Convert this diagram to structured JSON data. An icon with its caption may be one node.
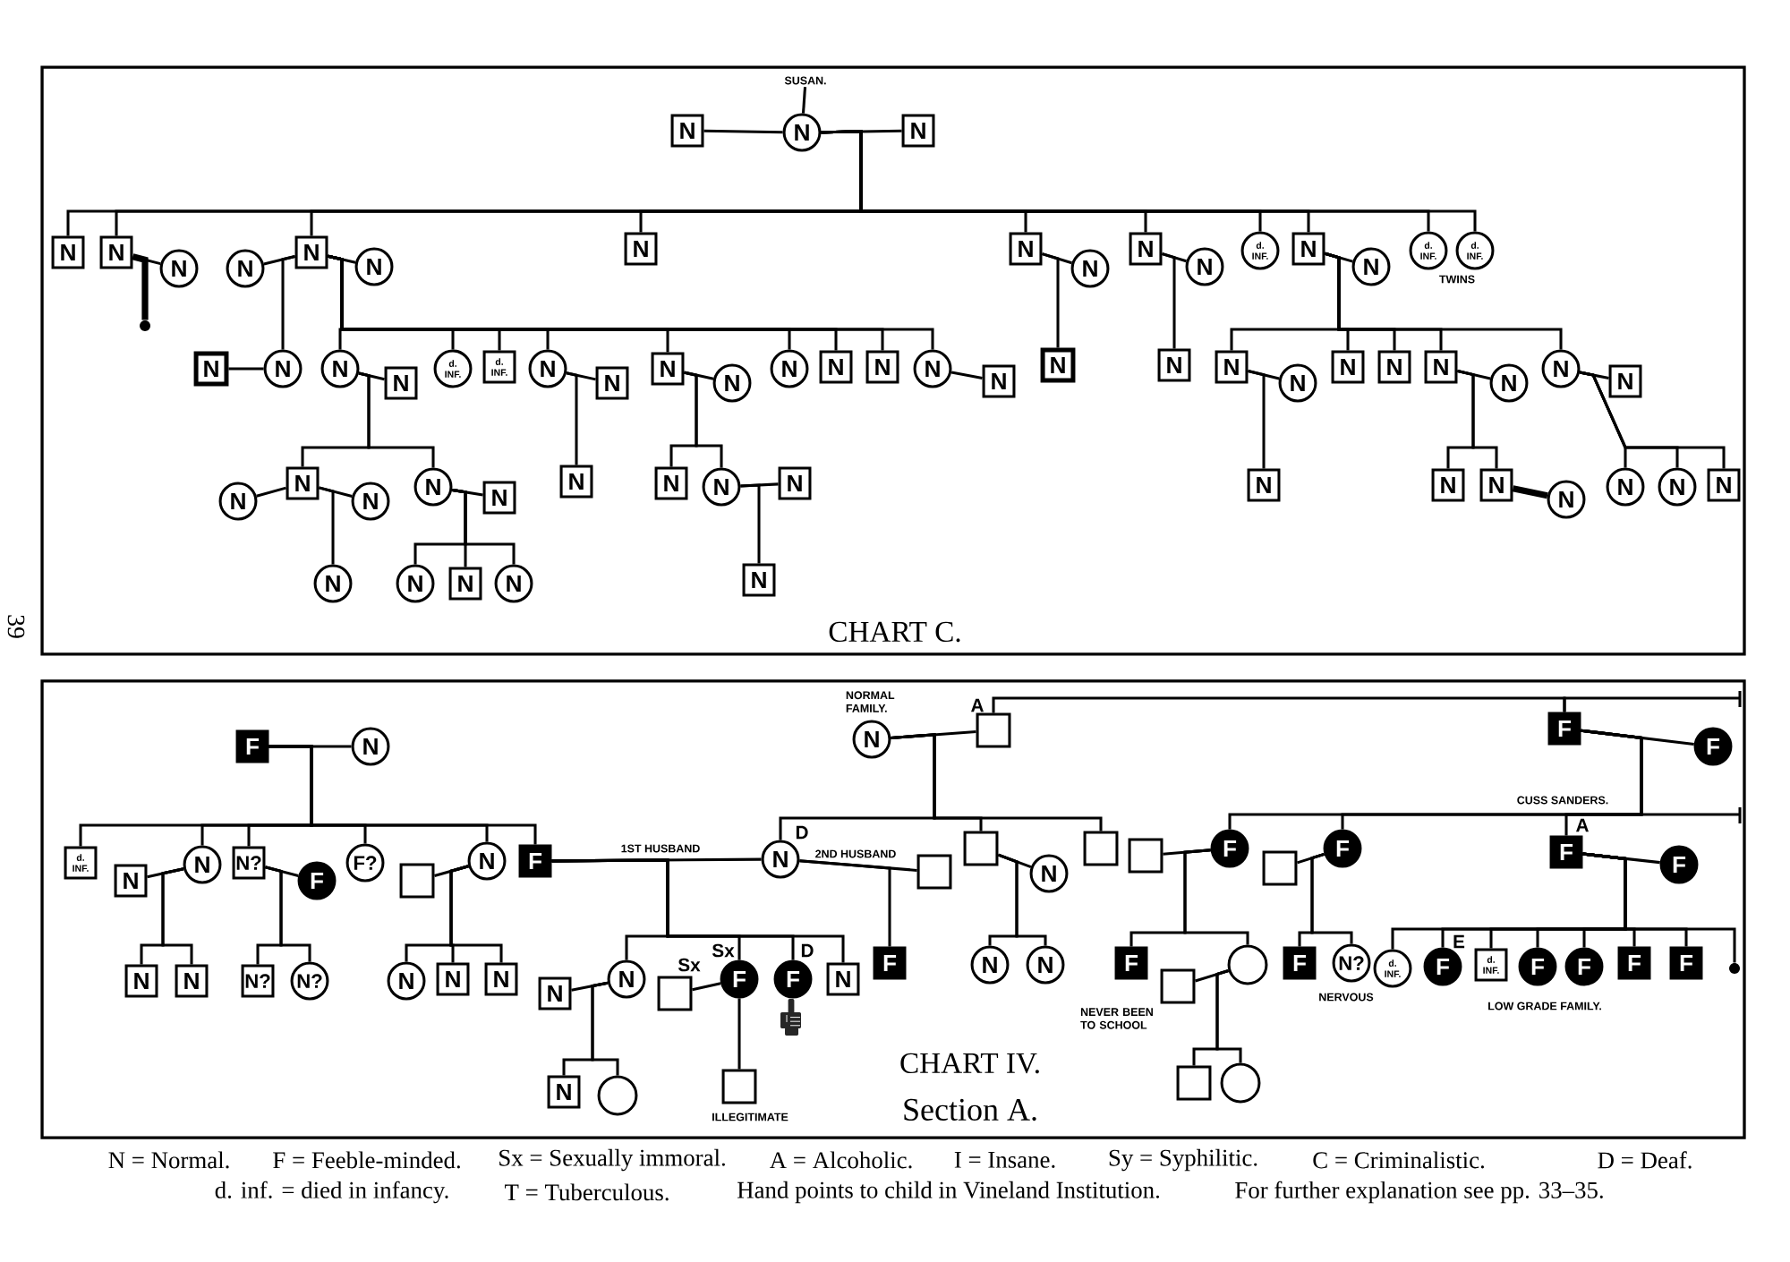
{
  "diagram": {
    "nodes": [
      {
        "text": [
          "CHART C."
        ]
      },
      {
        "text": [
          "SUSAN."
        ],
        "in": 0
      },
      {
        "text": [
          "N"
        ],
        "in": 0
      },
      {
        "text": [
          "N"
        ],
        "in": 0
      },
      {
        "text": [
          "N"
        ],
        "in": 0
      },
      {
        "text": [
          "N"
        ],
        "in": 0
      },
      {
        "text": [
          "N"
        ],
        "in": 0
      },
      {
        "text": [
          "N"
        ],
        "in": 0
      },
      {
        "text": [
          "N"
        ],
        "in": 0
      },
      {
        "text": [
          "N"
        ],
        "in": 0
      },
      {
        "text": [
          "N"
        ],
        "in": 0
      },
      {
        "text": [
          "N"
        ],
        "in": 0
      },
      {
        "text": [
          "N"
        ],
        "in": 0
      },
      {
        "text": [
          "N"
        ],
        "in": 0
      },
      {
        "text": [
          "N"
        ],
        "in": 0
      },
      {
        "text": [
          "N"
        ],
        "in": 0
      },
      {
        "text": [
          "d. INF."
        ],
        "in": 0
      },
      {
        "text": [
          "N"
        ],
        "in": 0
      },
      {
        "text": [
          "N"
        ],
        "in": 0
      },
      {
        "text": [
          "d. INF."
        ],
        "in": 0
      },
      {
        "text": [
          "d. INF."
        ],
        "in": 0
      },
      {
        "text": [],
        "shape": "dot",
        "in": 0
      },
      {
        "text": [
          "N"
        ],
        "in": 0
      },
      {
        "text": [
          "N"
        ],
        "in": 0
      },
      {
        "text": [
          "N"
        ],
        "in": 0
      },
      {
        "text": [
          "N"
        ],
        "in": 0
      },
      {
        "text": [
          "d. INF."
        ],
        "in": 0
      },
      {
        "text": [
          "d. INF."
        ],
        "in": 0
      },
      {
        "text": [
          "N"
        ],
        "in": 0
      },
      {
        "text": [
          "N"
        ],
        "in": 0
      },
      {
        "text": [
          "N"
        ],
        "in": 0
      },
      {
        "text": [
          "N"
        ],
        "in": 0
      },
      {
        "text": [
          "N"
        ],
        "in": 0
      },
      {
        "text": [
          "N"
        ],
        "in": 0
      },
      {
        "text": [
          "N"
        ],
        "in": 0
      },
      {
        "text": [
          "N"
        ],
        "in": 0
      },
      {
        "text": [
          "N"
        ],
        "in": 0
      },
      {
        "text": [
          "N"
        ],
        "in": 0
      },
      {
        "text": [
          "N"
        ],
        "in": 0
      },
      {
        "text": [
          "N"
        ],
        "in": 0
      },
      {
        "text": [
          "N"
        ],
        "in": 0
      },
      {
        "text": [
          "N"
        ],
        "in": 0
      },
      {
        "text": [
          "N"
        ],
        "in": 0
      },
      {
        "text": [
          "N"
        ],
        "in": 0
      },
      {
        "text": [
          "N"
        ],
        "in": 0
      },
      {
        "text": [
          "N"
        ],
        "in": 0
      },
      {
        "text": [
          "N"
        ],
        "in": 0
      },
      {
        "text": [
          "N"
        ],
        "in": 0
      },
      {
        "text": [
          "N"
        ],
        "in": 0
      },
      {
        "text": [
          "N"
        ],
        "in": 0
      },
      {
        "text": [
          "N"
        ],
        "in": 0
      },
      {
        "text": [
          "N"
        ],
        "in": 0
      },
      {
        "text": [
          "N"
        ],
        "in": 0
      },
      {
        "text": [
          "N"
        ],
        "in": 0
      },
      {
        "text": [
          "N"
        ],
        "in": 0
      },
      {
        "text": [
          "N"
        ],
        "in": 0
      },
      {
        "text": [
          "N"
        ],
        "in": 0
      },
      {
        "text": [
          "N"
        ],
        "in": 0
      },
      {
        "text": [
          "N"
        ],
        "in": 0
      },
      {
        "text": [
          "N"
        ],
        "in": 0
      },
      {
        "text": [
          "N"
        ],
        "in": 0
      },
      {
        "text": [
          "N"
        ],
        "in": 0
      },
      {
        "text": [
          "N"
        ],
        "in": 0
      },
      {
        "text": [
          "N"
        ],
        "in": 0
      },
      {
        "text": [
          "N"
        ],
        "in": 0
      },
      {
        "text": [
          "N"
        ],
        "in": 0
      },
      {
        "text": [
          "N"
        ],
        "in": 0
      },
      {
        "text": [
          "N"
        ],
        "in": 0
      },
      {
        "text": [
          "CHART IV.",
          "Section A."
        ]
      },
      {
        "text": [
          "F"
        ],
        "in": 68
      },
      {
        "text": [
          "N"
        ],
        "in": 68
      },
      {
        "text": [
          "N"
        ],
        "beside": [
          "NORMAL FAMILY."
        ],
        "in": 68
      },
      {
        "text": [],
        "shape": "box",
        "beside": [
          "A"
        ],
        "in": 68
      },
      {
        "text": [
          "F"
        ],
        "in": 68
      },
      {
        "text": [
          "F"
        ],
        "in": 68
      },
      {
        "text": [
          "d. INF."
        ],
        "in": 68
      },
      {
        "text": [
          "N"
        ],
        "in": 68
      },
      {
        "text": [
          "N"
        ],
        "in": 68
      },
      {
        "text": [
          "N?"
        ],
        "in": 68
      },
      {
        "text": [
          "F"
        ],
        "in": 68
      },
      {
        "text": [
          "F?"
        ],
        "in": 68
      },
      {
        "text": [],
        "shape": "box",
        "in": 68
      },
      {
        "text": [
          "N"
        ],
        "in": 68
      },
      {
        "text": [
          "F"
        ],
        "in": 68
      },
      {
        "text": [
          "N"
        ],
        "beside": [
          "D"
        ],
        "in": 68
      },
      {
        "text": [],
        "shape": "box",
        "in": 68
      },
      {
        "text": [],
        "shape": "box",
        "in": 68
      },
      {
        "text": [
          "N"
        ],
        "in": 68
      },
      {
        "text": [],
        "shape": "box",
        "in": 68
      },
      {
        "text": [],
        "shape": "box",
        "in": 68
      },
      {
        "text": [
          "F"
        ],
        "in": 68
      },
      {
        "text": [],
        "shape": "box",
        "in": 68
      },
      {
        "text": [
          "F"
        ],
        "in": 68
      },
      {
        "text": [
          "F"
        ],
        "beside": [
          "A"
        ],
        "in": 68
      },
      {
        "text": [
          "F"
        ],
        "in": 68
      },
      {
        "text": [
          "N"
        ],
        "in": 68
      },
      {
        "text": [
          "N"
        ],
        "in": 68
      },
      {
        "text": [
          "N?"
        ],
        "in": 68
      },
      {
        "text": [
          "N?"
        ],
        "in": 68
      },
      {
        "text": [
          "N"
        ],
        "in": 68
      },
      {
        "text": [
          "N"
        ],
        "in": 68
      },
      {
        "text": [
          "N"
        ],
        "in": 68
      },
      {
        "text": [
          "N"
        ],
        "in": 68
      },
      {
        "text": [
          "N"
        ],
        "in": 68
      },
      {
        "text": [],
        "shape": "box",
        "beside": [
          "Sx"
        ],
        "in": 68
      },
      {
        "text": [
          "F"
        ],
        "beside": [
          "Sx"
        ],
        "in": 68
      },
      {
        "text": [
          "F"
        ],
        "beside": [
          "D"
        ],
        "in": 68
      },
      {
        "text": [
          "N"
        ],
        "in": 68
      },
      {
        "text": [
          "F"
        ],
        "in": 68
      },
      {
        "text": [
          "N"
        ],
        "in": 68
      },
      {
        "text": [
          "N"
        ],
        "in": 68
      },
      {
        "text": [
          "F"
        ],
        "in": 68
      },
      {
        "text": [],
        "shape": "box",
        "in": 68
      },
      {
        "text": [],
        "shape": "circle",
        "in": 68
      },
      {
        "text": [
          "F"
        ],
        "in": 68
      },
      {
        "text": [
          "N?"
        ],
        "beside": [
          "NERVOUS"
        ],
        "in": 68
      },
      {
        "text": [
          "d. INF."
        ],
        "in": 68
      },
      {
        "text": [
          "F"
        ],
        "beside": [
          "E"
        ],
        "in": 68
      },
      {
        "text": [
          "d. INF."
        ],
        "in": 68
      },
      {
        "text": [
          "F"
        ],
        "in": 68
      },
      {
        "text": [
          "F"
        ],
        "in": 68
      },
      {
        "text": [
          "F"
        ],
        "in": 68
      },
      {
        "text": [
          "F"
        ],
        "in": 68
      },
      {
        "text": [],
        "shape": "dot",
        "in": 68
      },
      {
        "text": [
          "N"
        ],
        "in": 68
      },
      {
        "text": [],
        "shape": "circle",
        "in": 68
      },
      {
        "text": [],
        "shape": "box",
        "beside": [
          "ILLEGITIMATE"
        ],
        "in": 68
      },
      {
        "text": [],
        "shape": "box",
        "in": 68
      },
      {
        "text": [],
        "shape": "circle",
        "in": 68
      }
    ],
    "edges": [
      {
        "from": 1,
        "to": 3,
        "arrow": "none"
      },
      {
        "from": 2,
        "to": 3,
        "arrow": "none"
      },
      {
        "from": 3,
        "to": 4,
        "arrow": "none"
      },
      {
        "from": 3,
        "to": 5,
        "arrow": "none"
      },
      {
        "from": 3,
        "to": 6,
        "arrow": "none"
      },
      {
        "from": 3,
        "to": 9,
        "arrow": "none"
      },
      {
        "from": 3,
        "to": 11,
        "arrow": "none"
      },
      {
        "from": 3,
        "to": 12,
        "arrow": "none"
      },
      {
        "from": 3,
        "to": 14,
        "arrow": "none"
      },
      {
        "from": 3,
        "to": 16,
        "arrow": "none"
      },
      {
        "from": 3,
        "to": 17,
        "arrow": "none"
      },
      {
        "from": 3,
        "to": 19,
        "arrow": "none"
      },
      {
        "from": 3,
        "to": 20,
        "arrow": "none"
      },
      {
        "from": 6,
        "to": 7,
        "arrow": "none"
      },
      {
        "from": 6,
        "to": 21,
        "arrow": "none",
        "style": "thick"
      },
      {
        "from": 8,
        "to": 9,
        "arrow": "none"
      },
      {
        "from": 9,
        "to": 10,
        "arrow": "none"
      },
      {
        "from": 9,
        "to": 23,
        "arrow": "none"
      },
      {
        "from": 22,
        "to": 23,
        "arrow": "none"
      },
      {
        "from": 9,
        "to": 24,
        "arrow": "none"
      },
      {
        "from": 9,
        "to": 26,
        "arrow": "none"
      },
      {
        "from": 9,
        "to": 27,
        "arrow": "none"
      },
      {
        "from": 9,
        "to": 28,
        "arrow": "none"
      },
      {
        "from": 9,
        "to": 30,
        "arrow": "none"
      },
      {
        "from": 9,
        "to": 32,
        "arrow": "none"
      },
      {
        "from": 9,
        "to": 33,
        "arrow": "none"
      },
      {
        "from": 9,
        "to": 34,
        "arrow": "none"
      },
      {
        "from": 9,
        "to": 35,
        "arrow": "none"
      },
      {
        "from": 24,
        "to": 25,
        "arrow": "none"
      },
      {
        "from": 24,
        "to": 48,
        "arrow": "none"
      },
      {
        "from": 24,
        "to": 50,
        "arrow": "none"
      },
      {
        "from": 47,
        "to": 48,
        "arrow": "none"
      },
      {
        "from": 48,
        "to": 49,
        "arrow": "none"
      },
      {
        "from": 48,
        "to": 63,
        "arrow": "none"
      },
      {
        "from": 50,
        "to": 51,
        "arrow": "none"
      },
      {
        "from": 50,
        "to": 64,
        "arrow": "none"
      },
      {
        "from": 50,
        "to": 65,
        "arrow": "none"
      },
      {
        "from": 50,
        "to": 66,
        "arrow": "none"
      },
      {
        "from": 28,
        "to": 29,
        "arrow": "none"
      },
      {
        "from": 28,
        "to": 52,
        "arrow": "none"
      },
      {
        "from": 30,
        "to": 31,
        "arrow": "none"
      },
      {
        "from": 30,
        "to": 53,
        "arrow": "none"
      },
      {
        "from": 30,
        "to": 54,
        "arrow": "none"
      },
      {
        "from": 54,
        "to": 55,
        "arrow": "none"
      },
      {
        "from": 54,
        "to": 67,
        "arrow": "none"
      },
      {
        "from": 35,
        "to": 36,
        "arrow": "none"
      },
      {
        "from": 12,
        "to": 13,
        "arrow": "none"
      },
      {
        "from": 12,
        "to": 37,
        "arrow": "none"
      },
      {
        "from": 14,
        "to": 15,
        "arrow": "none"
      },
      {
        "from": 14,
        "to": 38,
        "arrow": "none"
      },
      {
        "from": 17,
        "to": 18,
        "arrow": "none"
      },
      {
        "from": 17,
        "to": 39,
        "arrow": "none"
      },
      {
        "from": 17,
        "to": 41,
        "arrow": "none"
      },
      {
        "from": 17,
        "to": 42,
        "arrow": "none"
      },
      {
        "from": 17,
        "to": 43,
        "arrow": "none"
      },
      {
        "from": 17,
        "to": 45,
        "arrow": "none"
      },
      {
        "from": 39,
        "to": 40,
        "arrow": "none"
      },
      {
        "from": 39,
        "to": 56,
        "arrow": "none"
      },
      {
        "from": 43,
        "to": 44,
        "arrow": "none"
      },
      {
        "from": 43,
        "to": 57,
        "arrow": "none"
      },
      {
        "from": 43,
        "to": 58,
        "arrow": "none"
      },
      {
        "from": 58,
        "to": 59,
        "arrow": "none",
        "style": "thick"
      },
      {
        "from": 45,
        "to": 46,
        "arrow": "none"
      },
      {
        "from": 45,
        "to": 60,
        "arrow": "none"
      },
      {
        "from": 45,
        "to": 61,
        "arrow": "none"
      },
      {
        "from": 45,
        "to": 62,
        "arrow": "none"
      },
      {
        "from": 69,
        "to": 70,
        "arrow": "none"
      },
      {
        "from": 71,
        "to": 72,
        "arrow": "none"
      },
      {
        "from": 73,
        "to": 74,
        "arrow": "none"
      },
      {
        "from": 72,
        "to": 73,
        "arrow": "none"
      },
      {
        "from": 69,
        "to": 75,
        "arrow": "none"
      },
      {
        "from": 69,
        "to": 77,
        "arrow": "none"
      },
      {
        "from": 69,
        "to": 78,
        "arrow": "none"
      },
      {
        "from": 69,
        "to": 80,
        "arrow": "none"
      },
      {
        "from": 69,
        "to": 82,
        "arrow": "none"
      },
      {
        "from": 69,
        "to": 83,
        "arrow": "none"
      },
      {
        "from": 76,
        "to": 77,
        "arrow": "none"
      },
      {
        "from": 78,
        "to": 79,
        "arrow": "none"
      },
      {
        "from": 81,
        "to": 82,
        "arrow": "none"
      },
      {
        "from": 83,
        "to": 84,
        "arrow": "none",
        "label": "1ST HUSBAND"
      },
      {
        "from": 84,
        "to": 85,
        "arrow": "none",
        "label": "2ND HUSBAND"
      },
      {
        "from": 71,
        "to": 84,
        "arrow": "none"
      },
      {
        "from": 71,
        "to": 86,
        "arrow": "none"
      },
      {
        "from": 71,
        "to": 88,
        "arrow": "none"
      },
      {
        "from": 86,
        "to": 87,
        "arrow": "none"
      },
      {
        "from": 73,
        "to": 90,
        "arrow": "none"
      },
      {
        "from": 73,
        "to": 92,
        "arrow": "none"
      },
      {
        "from": 73,
        "to": 93,
        "arrow": "none"
      },
      {
        "from": 89,
        "to": 90,
        "arrow": "none"
      },
      {
        "from": 91,
        "to": 92,
        "arrow": "none"
      },
      {
        "from": 93,
        "to": 94,
        "arrow": "none"
      },
      {
        "from": 77,
        "to": 95,
        "arrow": "none"
      },
      {
        "from": 77,
        "to": 96,
        "arrow": "none"
      },
      {
        "from": 78,
        "to": 97,
        "arrow": "none"
      },
      {
        "from": 78,
        "to": 98,
        "arrow": "none"
      },
      {
        "from": 82,
        "to": 99,
        "arrow": "none"
      },
      {
        "from": 82,
        "to": 100,
        "arrow": "none"
      },
      {
        "from": 82,
        "to": 101,
        "arrow": "none"
      },
      {
        "from": 83,
        "to": 103,
        "arrow": "none"
      },
      {
        "from": 83,
        "to": 105,
        "arrow": "none"
      },
      {
        "from": 83,
        "to": 106,
        "arrow": "none"
      },
      {
        "from": 83,
        "to": 107,
        "arrow": "none"
      },
      {
        "from": 84,
        "to": 108,
        "arrow": "none"
      },
      {
        "from": 86,
        "to": 109,
        "arrow": "none"
      },
      {
        "from": 86,
        "to": 110,
        "arrow": "none"
      },
      {
        "from": 90,
        "to": 111,
        "arrow": "none"
      },
      {
        "from": 90,
        "to": 113,
        "arrow": "none"
      },
      {
        "from": 92,
        "to": 114,
        "arrow": "none"
      },
      {
        "from": 92,
        "to": 115,
        "arrow": "none"
      },
      {
        "from": 93,
        "to": 116,
        "arrow": "none"
      },
      {
        "from": 93,
        "to": 117,
        "arrow": "none"
      },
      {
        "from": 93,
        "to": 118,
        "arrow": "none"
      },
      {
        "from": 93,
        "to": 119,
        "arrow": "none"
      },
      {
        "from": 93,
        "to": 120,
        "arrow": "none"
      },
      {
        "from": 93,
        "to": 121,
        "arrow": "none"
      },
      {
        "from": 93,
        "to": 122,
        "arrow": "none"
      },
      {
        "from": 93,
        "to": 123,
        "arrow": "none"
      },
      {
        "from": 102,
        "to": 103,
        "arrow": "none"
      },
      {
        "from": 104,
        "to": 105,
        "arrow": "none"
      },
      {
        "from": 105,
        "to": 126,
        "arrow": "none"
      },
      {
        "from": 112,
        "to": 113,
        "arrow": "none"
      },
      {
        "from": 113,
        "to": 127,
        "arrow": "none"
      },
      {
        "from": 113,
        "to": 128,
        "arrow": "none"
      },
      {
        "from": 103,
        "to": 124,
        "arrow": "none"
      },
      {
        "from": 103,
        "to": 125,
        "arrow": "none"
      },
      {
        "from": 73,
        "to": null,
        "arrow": "none"
      },
      {
        "from": 73,
        "to": null,
        "arrow": "none"
      }
    ],
    "labels": [
      "TWINS",
      "39",
      "CUSS SANDERS.",
      "NEVER BEEN TO SCHOOL",
      "LOW GRADE FAMILY.",
      "N = Normal.",
      "F = Feeble-minded.",
      "Sx = Sexually immoral.",
      "A = Alcoholic.",
      "I = Insane.",
      "Sy = Syphilitic.",
      "C = Criminalistic.",
      "D = Deaf.",
      "d. inf. = died in infancy.",
      "T = Tuberculous.",
      "Hand points to child in Vineland Institution.",
      "For further explanation see pp. 33–35."
    ]
  }
}
